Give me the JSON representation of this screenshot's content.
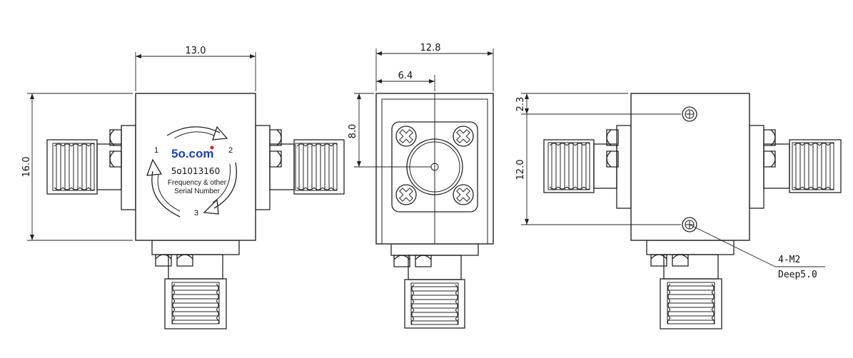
{
  "dimensions": {
    "front_width": "13.0",
    "front_height": "16.0",
    "side_width": "12.8",
    "side_half_width": "6.4",
    "side_center_height": "8.0",
    "right_top_offset": "2.3",
    "right_hole_spacing": "12.0"
  },
  "label": {
    "logo": "5o.com",
    "part_number": "5o1013160",
    "line1": "Frequency & other",
    "line2": "Serial Number",
    "ports": [
      "1",
      "2",
      "3"
    ]
  },
  "callout": {
    "thread": "4-M2",
    "depth": "Deep5.0"
  },
  "colors": {
    "line": "#222222",
    "logo_blue": "#1c3fa8",
    "logo_dot": "#e0202a"
  }
}
